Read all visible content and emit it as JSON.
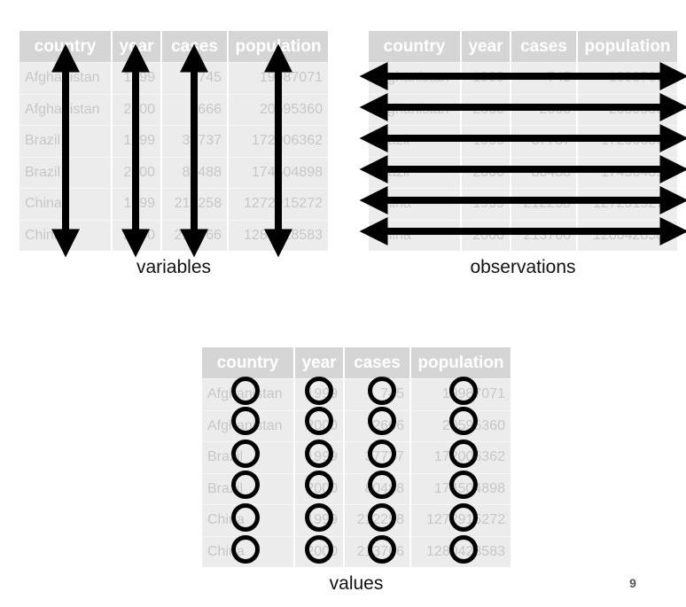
{
  "table": {
    "headers": [
      "country",
      "year",
      "cases",
      "population"
    ],
    "rows": [
      [
        "Afghanistan",
        "1999",
        "745",
        "19987071"
      ],
      [
        "Afghanistan",
        "2000",
        "2666",
        "20595360"
      ],
      [
        "Brazil",
        "1999",
        "37737",
        "172006362"
      ],
      [
        "Brazil",
        "2000",
        "80488",
        "174504898"
      ],
      [
        "China",
        "1999",
        "212258",
        "1272915272"
      ],
      [
        "China",
        "2000",
        "213766",
        "1280428583"
      ]
    ]
  },
  "captions": {
    "variables": "variables",
    "observations": "observations",
    "values": "values"
  },
  "page_number": "9",
  "colors": {
    "header_bg": "#d5d5d5",
    "cell_bg": "#ececec",
    "cell_text": "#c7c7c7",
    "marker": "#000000"
  }
}
